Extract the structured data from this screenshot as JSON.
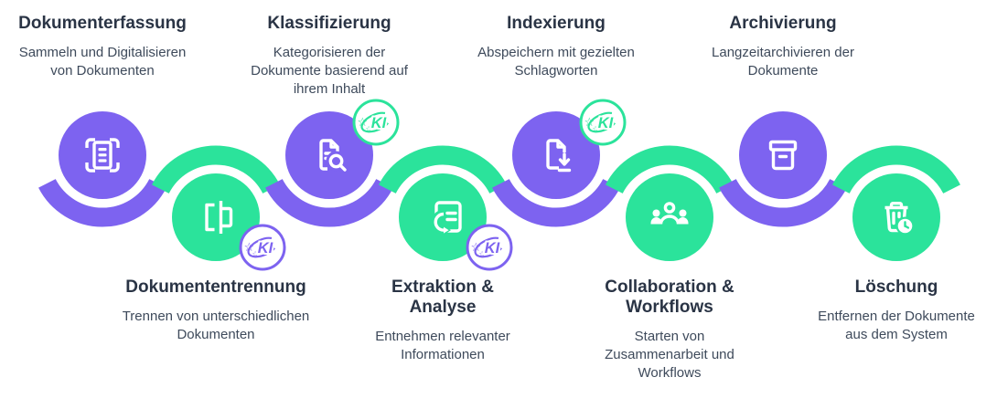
{
  "diagram": {
    "type": "process-flow",
    "language": "de",
    "ki_badge_label": "KI",
    "colors": {
      "purple": "#7d63f0",
      "green": "#2be39b",
      "title_text": "#2a3445",
      "subtitle_text": "#3e4a5b",
      "icon": "#ffffff",
      "background": "#ffffff"
    },
    "steps": [
      {
        "title": "Dokumenterfassung",
        "subtitle": "Sammeln und Digitalisieren von Dokumenten",
        "position": "top",
        "color": "purple",
        "icon": "document-scan-icon",
        "ki_badge": false,
        "badge_color": null
      },
      {
        "title": "Dokumententrennung",
        "subtitle": "Trennen von unterschiedlichen Dokumenten",
        "position": "bottom",
        "color": "green",
        "icon": "document-split-icon",
        "ki_badge": true,
        "badge_color": "purple"
      },
      {
        "title": "Klassifizierung",
        "subtitle": "Kategorisieren der Dokumente basierend auf ihrem Inhalt",
        "position": "top",
        "color": "purple",
        "icon": "document-search-icon",
        "ki_badge": true,
        "badge_color": "green"
      },
      {
        "title": "Extraktion & Analyse",
        "subtitle": "Entnehmen relevanter Informationen",
        "position": "bottom",
        "color": "green",
        "icon": "data-extract-icon",
        "ki_badge": true,
        "badge_color": "purple"
      },
      {
        "title": "Indexierung",
        "subtitle": "Abspeichern mit gezielten Schlagworten",
        "position": "top",
        "color": "purple",
        "icon": "document-download-icon",
        "ki_badge": true,
        "badge_color": "green"
      },
      {
        "title": "Collaboration & Workflows",
        "subtitle": "Starten von Zusammenarbeit und Workflows",
        "position": "bottom",
        "color": "green",
        "icon": "people-group-icon",
        "ki_badge": false,
        "badge_color": null
      },
      {
        "title": "Archivierung",
        "subtitle": "Langzeitarchivieren der Dokumente",
        "position": "top",
        "color": "purple",
        "icon": "archive-box-icon",
        "ki_badge": false,
        "badge_color": null
      },
      {
        "title": "Löschung",
        "subtitle": "Entfernen der Dokumente aus dem System",
        "position": "bottom",
        "color": "green",
        "icon": "trash-clock-icon",
        "ki_badge": false,
        "badge_color": null
      }
    ]
  }
}
